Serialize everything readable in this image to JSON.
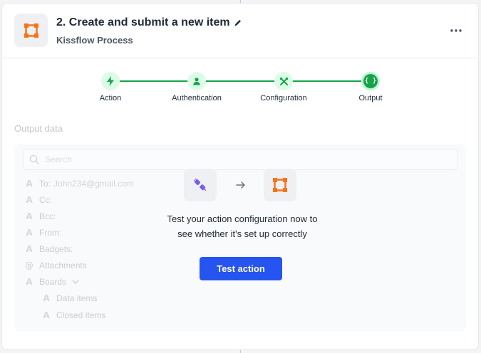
{
  "header": {
    "title": "2. Create and submit a new item",
    "subtitle": "Kissflow Process",
    "app_icon": "kissflow-logo-icon",
    "edit_icon": "pencil-icon",
    "menu_icon": "more-horizontal-icon"
  },
  "stepper": {
    "steps": [
      {
        "label": "Action",
        "icon": "lightning-icon",
        "state": "completed"
      },
      {
        "label": "Authentication",
        "icon": "user-icon",
        "state": "completed"
      },
      {
        "label": "Configuration",
        "icon": "tools-icon",
        "state": "completed"
      },
      {
        "label": "Output",
        "icon": "braces-icon",
        "state": "active",
        "glyph": "{ }"
      }
    ]
  },
  "output": {
    "section_title": "Output data",
    "search_placeholder": "Search",
    "fields": [
      {
        "icon": "text-type-icon",
        "glyph": "A",
        "label": "To:",
        "value": "John234@gmail.com"
      },
      {
        "icon": "text-type-icon",
        "glyph": "A",
        "label": "Cc:",
        "value": ""
      },
      {
        "icon": "text-type-icon",
        "glyph": "A",
        "label": "Bcc:",
        "value": ""
      },
      {
        "icon": "text-type-icon",
        "glyph": "A",
        "label": "From:",
        "value": ""
      },
      {
        "icon": "text-type-icon",
        "glyph": "A",
        "label": "Badgets:",
        "value": ""
      },
      {
        "icon": "attachment-icon",
        "glyph": "@",
        "label": "Attachments",
        "value": ""
      },
      {
        "icon": "text-type-icon",
        "glyph": "A",
        "label": "Boards",
        "value": ""
      },
      {
        "icon": "text-type-icon",
        "glyph": "A",
        "label": "Data items",
        "value": ""
      },
      {
        "icon": "text-type-icon",
        "glyph": "A",
        "label": "Closed items",
        "value": ""
      }
    ]
  },
  "test_prompt": {
    "source_icon": "plug-icon",
    "arrow_icon": "arrow-right-icon",
    "target_icon": "kissflow-logo-icon",
    "line1": "Test your action configuration now to",
    "line2": "see whether it's set up correctly",
    "button_label": "Test action"
  },
  "colors": {
    "accent_green": "#16a34a",
    "button_blue": "#2554f0",
    "kissflow_orange": "#f97316",
    "plug_purple": "#7c5ce6"
  }
}
